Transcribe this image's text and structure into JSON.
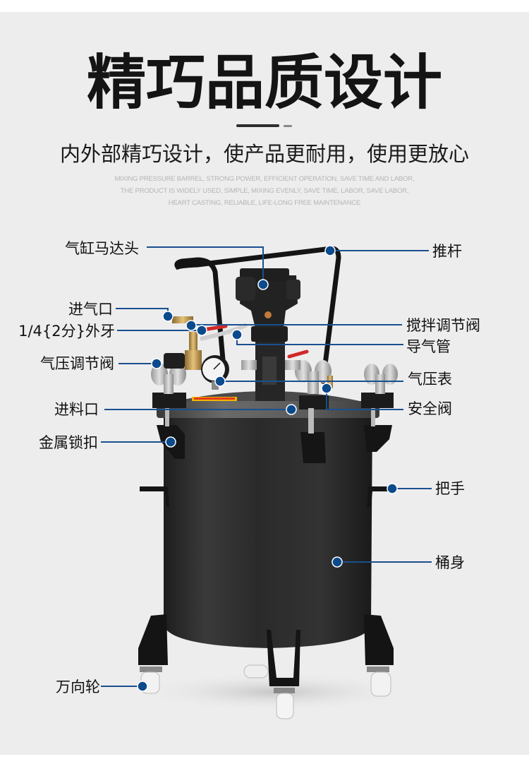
{
  "header": {
    "title": "精巧品质设计",
    "subtitle": "内外部精巧设计，使产品更耐用，使用更放心",
    "description_lines": [
      "MIXING PRESSURE BARREL, STRONG POWER, EFFICIENT OPERATION, SAVE TIME AND LABOR,",
      "THE PRODUCT IS WIDELY USED, SIMPLE, MIXING EVENLY, SAVE TIME, LABOR, SAVE LABOR,",
      "HEART CASTING, RELIABLE, LIFE-LONG FREE MAINTENANCE"
    ]
  },
  "product": {
    "name": "pressure-mixing-tank",
    "body_color": "#2b2b2b",
    "accent_color": "#0b4a8c"
  },
  "callouts": {
    "left": [
      {
        "id": "cylinder-motor-head",
        "label": "气缸马达头"
      },
      {
        "id": "air-inlet",
        "label": "进气口"
      },
      {
        "id": "male-thread",
        "label": "1/4{2分}外牙"
      },
      {
        "id": "pressure-regulator",
        "label": "气压调节阀"
      },
      {
        "id": "material-inlet",
        "label": "进料口"
      },
      {
        "id": "metal-latch",
        "label": "金属锁扣"
      },
      {
        "id": "caster-wheel",
        "label": "万向轮"
      }
    ],
    "right": [
      {
        "id": "push-rod",
        "label": "推杆"
      },
      {
        "id": "mixing-valve",
        "label": "搅拌调节阀"
      },
      {
        "id": "air-hose",
        "label": "导气管"
      },
      {
        "id": "pressure-gauge",
        "label": "气压表"
      },
      {
        "id": "safety-valve",
        "label": "安全阀"
      },
      {
        "id": "handle",
        "label": "把手"
      },
      {
        "id": "tank-body",
        "label": "桶身"
      }
    ]
  },
  "colors": {
    "background": "#ededed",
    "callout_line": "#1a4f8f",
    "callout_dot": "#0b4a8c",
    "text": "#111111"
  }
}
